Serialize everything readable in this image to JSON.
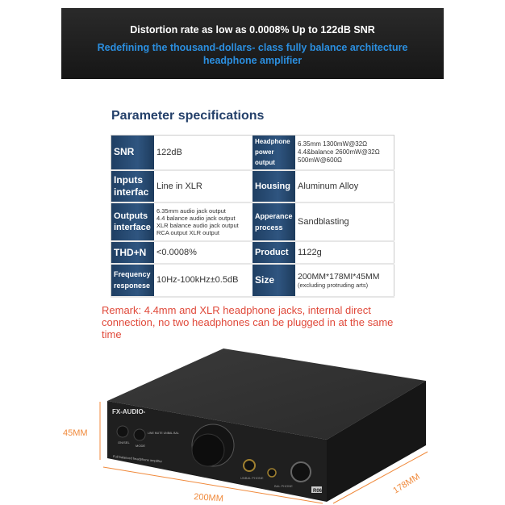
{
  "banner": {
    "line1": "Distortion rate as low as 0.0008%  Up to 122dB SNR",
    "line2": "Redefining the thousand-dollars- class fully balance architecture headphone amplifier"
  },
  "specs": {
    "title": "Parameter specifications",
    "rows": [
      {
        "k1": "SNR",
        "v1": "122dB",
        "k2": "Headphone power output",
        "v2": [
          "6.35mm  1300mW@32Ω",
          "4.4&balance  2600mW@32Ω",
          "500mW@600Ω"
        ]
      },
      {
        "k1": "Inputs interfac",
        "v1": "Line in  XLR",
        "k2": "Housing",
        "v2": [
          "Aluminum Alloy"
        ]
      },
      {
        "k1": "Outputs interface",
        "v1": [
          "6.35mm audio jack output",
          "4.4 balance audio jack output",
          "XLR balance audio jack output",
          "RCA output   XLR output"
        ],
        "k2": "Apperance process",
        "v2": [
          "Sandblasting"
        ]
      },
      {
        "k1": "THD+N",
        "v1": "<0.0008%",
        "k2": "Product",
        "v2": [
          "1122g"
        ]
      },
      {
        "k1": "Frequency responese",
        "v1": "10Hz-100kHz±0.5dB",
        "k2": "Size",
        "v2": [
          "200MM*178MI*45MM",
          "(excluding protruding arts)"
        ]
      }
    ]
  },
  "remark": "Remark: 4.4mm and XLR headphone jacks, internal direct connection, no two headphones can be plugged in at the same time",
  "product": {
    "brand": "FX-AUDIO-",
    "model": "R06",
    "btn1": "ON/SEL",
    "btn2": "MODE",
    "leds": "LINE MUTE UNBAL BAL",
    "tagline": "Full balanced headphone amplifier",
    "jack1": "UNBAL PHONE",
    "jack2": "BAL PHONE",
    "dims": {
      "height": "45MM",
      "width": "200MM",
      "depth": "178MM"
    }
  },
  "colors": {
    "accent": "#2b8fe0",
    "remark": "#e0493a",
    "dim": "#f08a3c",
    "header": "#24406a"
  }
}
